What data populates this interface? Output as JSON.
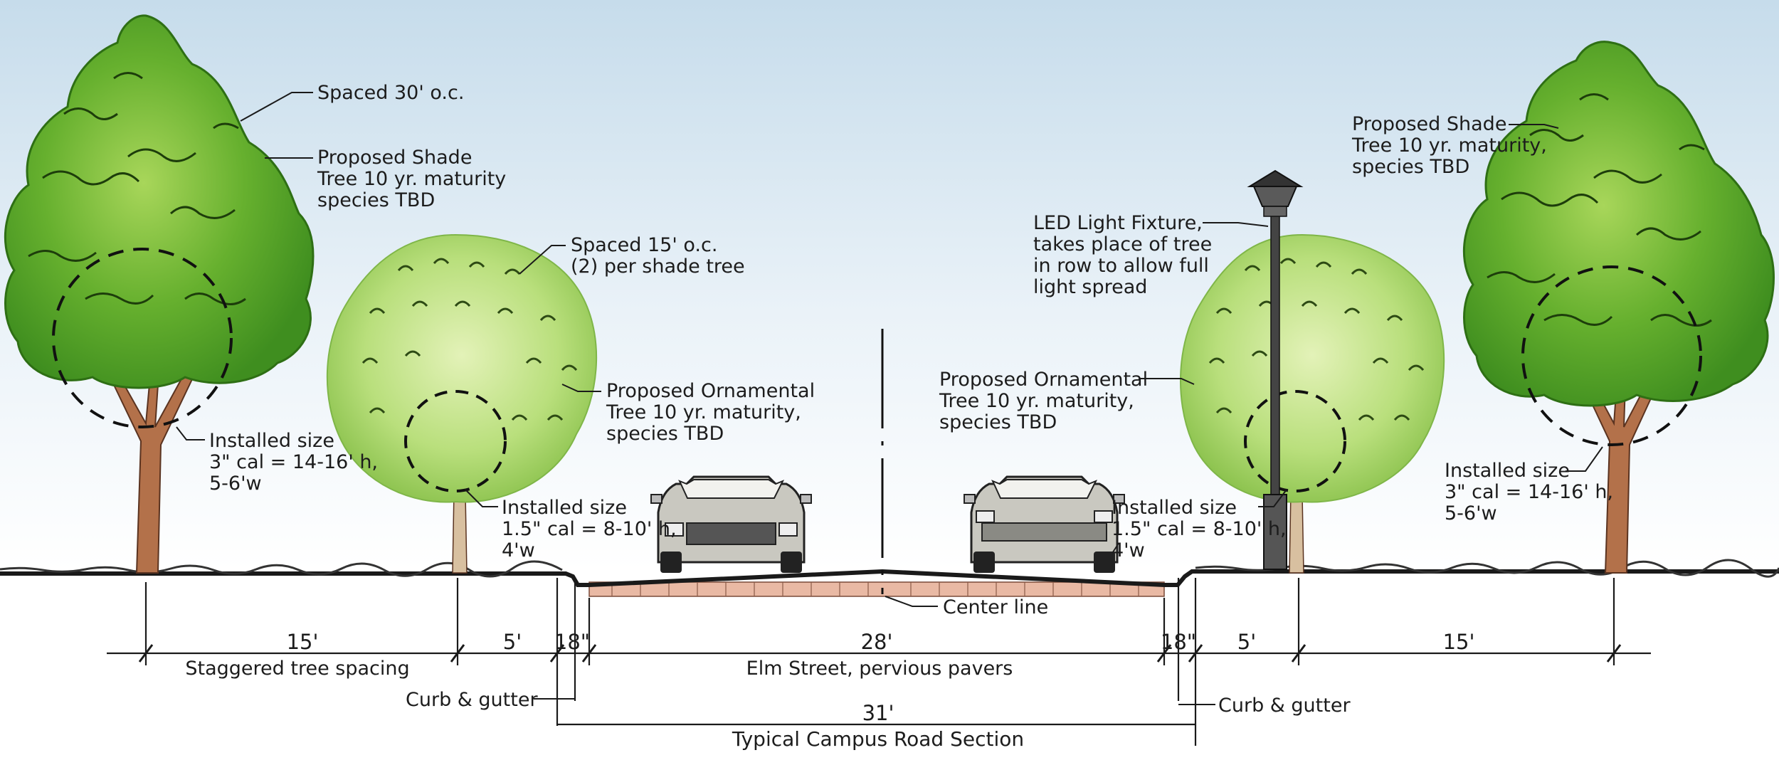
{
  "colors": {
    "sky_top": "#c6dceb",
    "sky_bottom": "#ffffff",
    "shade_tree_dark": "#3f8e1f",
    "shade_tree_mid": "#66b02e",
    "shade_tree_light": "#a8d65a",
    "ornamental_light": "#cfe89a",
    "ornamental_mid": "#94c955",
    "trunk": "#b3714a",
    "pavement": "#e9b9a4",
    "ground_line": "#1a1a1a",
    "car_body": "#c9c8c0"
  },
  "annotations": {
    "left_shade_spacing": "Spaced 30' o.c.",
    "left_shade_tree": [
      "Proposed Shade",
      "Tree 10 yr. maturity",
      "species TBD"
    ],
    "left_shade_installed": [
      "Installed size",
      "3\" cal = 14-16' h,",
      "5-6'w"
    ],
    "left_ornamental_spacing": [
      "Spaced 15' o.c.",
      "(2) per shade tree"
    ],
    "left_ornamental_tree": [
      "Proposed Ornamental",
      "Tree 10 yr. maturity,",
      "species TBD"
    ],
    "left_ornamental_installed": [
      "Installed size",
      "1.5\" cal = 8-10' h,",
      "4'w"
    ],
    "light_fixture": [
      "LED Light Fixture,",
      "takes place of tree",
      "in row to allow full",
      "light spread"
    ],
    "right_ornamental_tree": [
      "Proposed Ornamental",
      "Tree 10 yr. maturity,",
      "species TBD"
    ],
    "right_ornamental_installed": [
      "Installed size",
      "1.5\" cal = 8-10' h,",
      "4'w"
    ],
    "right_shade_tree": [
      "Proposed Shade",
      "Tree 10 yr. maturity,",
      "species TBD"
    ],
    "right_shade_installed": [
      "Installed size",
      "3\" cal = 14-16' h,",
      "5-6'w"
    ],
    "center_line": "Center line",
    "curb_left": "Curb & gutter",
    "curb_right": "Curb & gutter"
  },
  "dimensions": {
    "left_tree_zone": "15'",
    "left_planting_strip": "5'",
    "left_curb": "18\"",
    "street_width": "28'",
    "right_curb": "18\"",
    "right_planting_strip": "5'",
    "right_tree_zone": "15'",
    "staggered_label": "Staggered tree spacing",
    "street_label": "Elm Street, pervious pavers",
    "overall_width": "31'",
    "section_title": "Typical Campus Road Section"
  }
}
